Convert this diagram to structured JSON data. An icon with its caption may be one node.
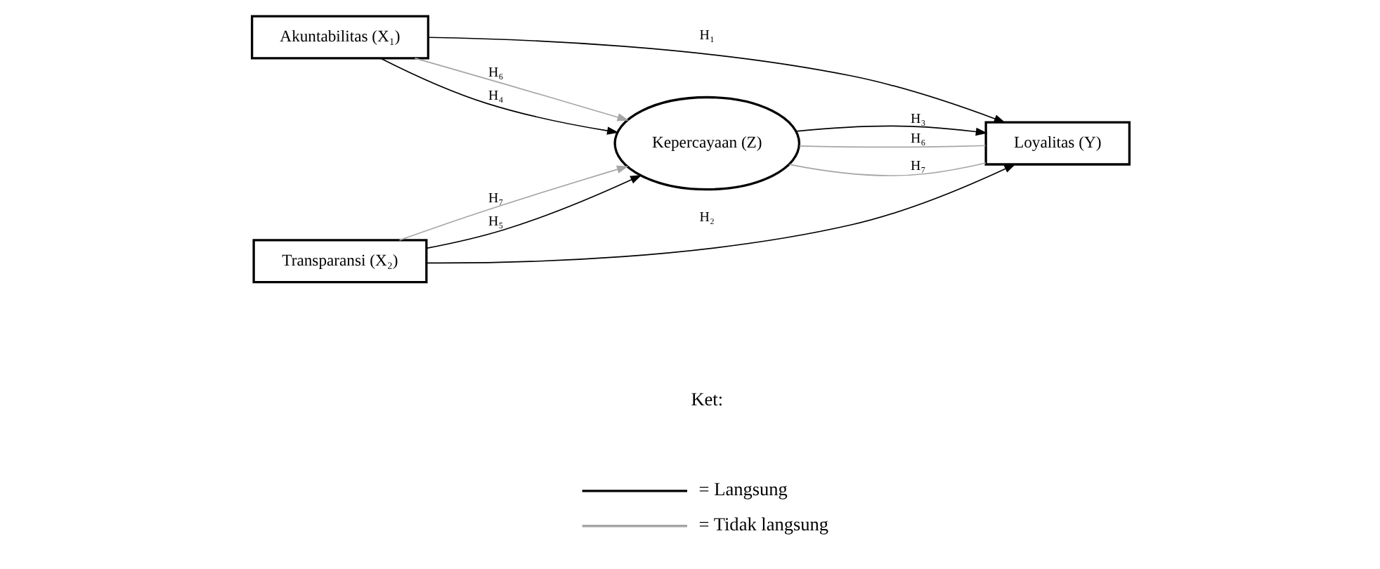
{
  "diagram": {
    "nodes": [
      {
        "text": [
          "Akuntabilitas (X₁)"
        ]
      },
      {
        "text": [
          "Kepercayaan (Z)"
        ]
      },
      {
        "text": [
          "Loyalitas (Y)"
        ]
      },
      {
        "text": [
          "Transparansi (X₂)"
        ]
      }
    ],
    "edges": [
      {
        "from": 0,
        "to": 2,
        "arrow": "to",
        "label": "H₁"
      },
      {
        "from": 0,
        "to": 1,
        "arrow": "to",
        "label": "H₆",
        "color": "#a6a6a6"
      },
      {
        "from": 0,
        "to": 1,
        "arrow": "to",
        "label": "H₄"
      },
      {
        "from": 1,
        "to": 2,
        "arrow": "none",
        "label": "H₆",
        "color": "#a6a6a6"
      },
      {
        "from": 1,
        "to": 2,
        "arrow": "none",
        "label": "H₇",
        "color": "#a6a6a6"
      },
      {
        "from": 1,
        "to": 2,
        "arrow": "to",
        "label": "H₃"
      },
      {
        "from": 3,
        "to": 1,
        "arrow": "to",
        "label": "H₅"
      },
      {
        "from": 3,
        "to": 1,
        "arrow": "to",
        "label": "H₇",
        "color": "#a6a6a6"
      },
      {
        "from": 3,
        "to": 2,
        "arrow": "to",
        "label": "H₂"
      }
    ],
    "labels": [
      "Ket:"
    ],
    "legend": [
      {
        "text": "= Langsung"
      },
      {
        "text": "= Tidak langsung"
      }
    ]
  }
}
